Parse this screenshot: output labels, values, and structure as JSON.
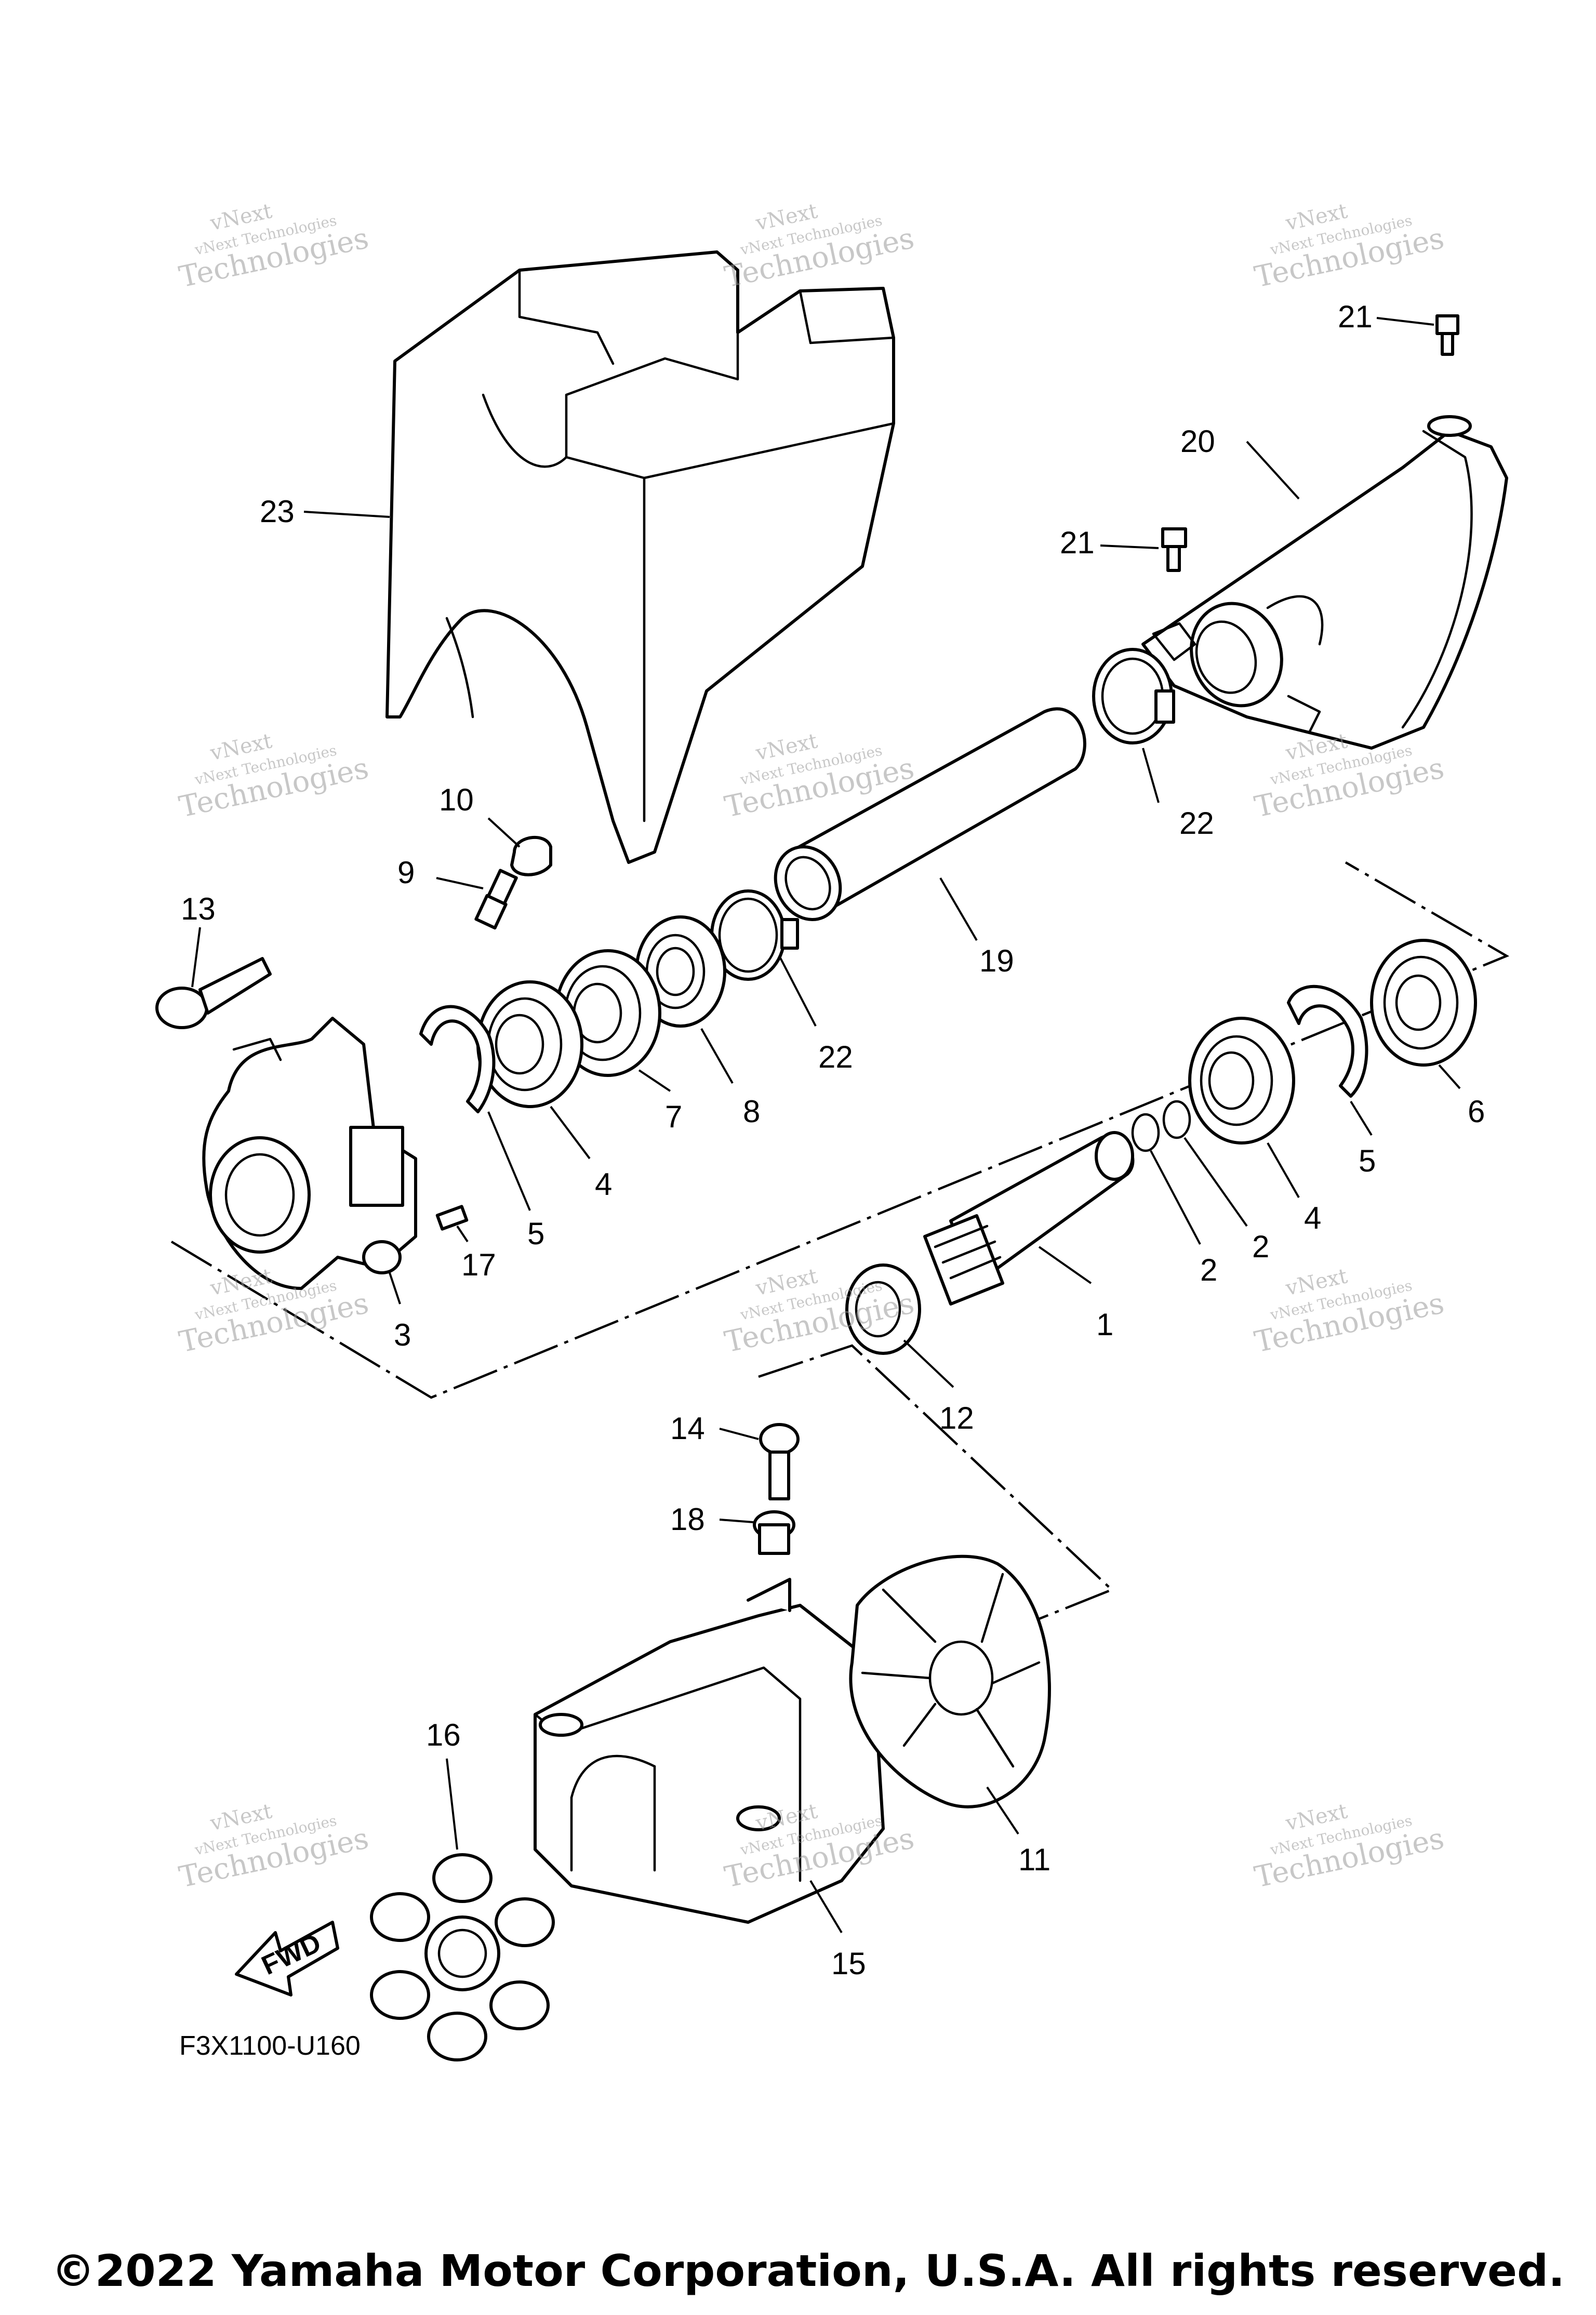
{
  "diagram_code": "F3X1100-U160",
  "direction_label": "FWD",
  "copyright": "©2022 Yamaha Motor Corporation, U.S.A. All rights reserved.",
  "watermark": {
    "line1": "vNext",
    "line2": "vNext Technologies",
    "line3": "Technologies"
  },
  "callouts": {
    "p1": "1",
    "p2a": "2",
    "p2b": "2",
    "p3": "3",
    "p4a": "4",
    "p4b": "4",
    "p5a": "5",
    "p5b": "5",
    "p6": "6",
    "p7": "7",
    "p8": "8",
    "p9": "9",
    "p10": "10",
    "p11": "11",
    "p12": "12",
    "p13": "13",
    "p14": "14",
    "p15": "15",
    "p16": "16",
    "p17": "17",
    "p18": "18",
    "p19": "19",
    "p20": "20",
    "p21a": "21",
    "p21b": "21",
    "p22a": "22",
    "p22b": "22",
    "p23": "23"
  }
}
